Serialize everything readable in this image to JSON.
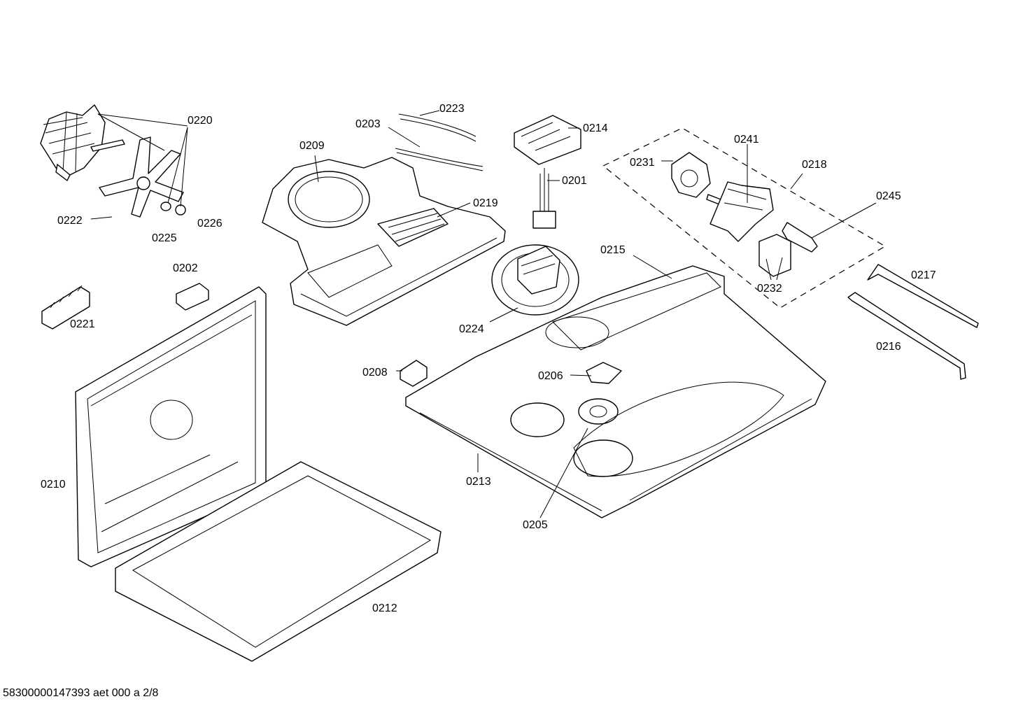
{
  "callouts": {
    "c0220": "0220",
    "c0222": "0222",
    "c0225": "0225",
    "c0226": "0226",
    "c0209": "0209",
    "c0203": "0203",
    "c0223": "0223",
    "c0214": "0214",
    "c0219": "0219",
    "c0201": "0201",
    "c0241": "0241",
    "c0218": "0218",
    "c0231": "0231",
    "c0245": "0245",
    "c0215": "0215",
    "c0232": "0232",
    "c0217": "0217",
    "c0216": "0216",
    "c0202": "0202",
    "c0221": "0221",
    "c0224": "0224",
    "c0208": "0208",
    "c0206": "0206",
    "c0210": "0210",
    "c0213": "0213",
    "c0205": "0205",
    "c0212": "0212"
  },
  "footer": "58300000147393 aet 000 a 2/8"
}
